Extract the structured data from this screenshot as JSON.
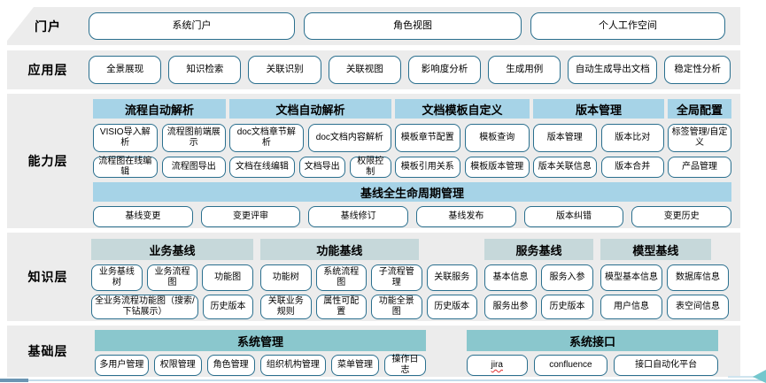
{
  "colors": {
    "row_bg": "#ececec",
    "capability_header": "#a6d3e7",
    "knowledge_header": "#c6d8da",
    "foundation_header": "#8ac7cd",
    "button_border": "#2a6f8e",
    "arrow_accent": "#74c7cd"
  },
  "layers": {
    "portal": {
      "label": "门户",
      "buttons": [
        "系统门户",
        "角色视图",
        "个人工作空间"
      ]
    },
    "application": {
      "label": "应用层",
      "buttons": [
        "全景展现",
        "知识检索",
        "关联识别",
        "关联视图",
        "影响度分析",
        "生成用例",
        "自动生成导出文档",
        "稳定性分析"
      ]
    },
    "capability": {
      "label": "能力层",
      "groups": [
        {
          "title": "流程自动解析",
          "rows": [
            [
              "VISIO导入解析",
              "流程图前端展示"
            ],
            [
              "流程图在线编辑",
              "流程图导出"
            ]
          ]
        },
        {
          "title": "文档自动解析",
          "rows": [
            [
              "doc文档章节解析",
              "doc文档内容解析"
            ],
            [
              "文档在线编辑",
              "文档导出",
              "权限控制"
            ]
          ]
        },
        {
          "title": "文档模板自定义",
          "rows": [
            [
              "模板章节配置",
              "模板查询"
            ],
            [
              "模板引用关系",
              "模板版本管理"
            ]
          ]
        },
        {
          "title": "版本管理",
          "rows": [
            [
              "版本管理",
              "版本比对"
            ],
            [
              "版本关联信息",
              "版本合并"
            ]
          ]
        },
        {
          "title": "全局配置",
          "rows": [
            [
              "标签管理/自定义"
            ],
            [
              "产品管理"
            ]
          ]
        }
      ],
      "baseline": {
        "title": "基线全生命周期管理",
        "buttons": [
          "基线变更",
          "变更评审",
          "基线修订",
          "基线发布",
          "版本纠错",
          "变更历史"
        ]
      }
    },
    "knowledge": {
      "label": "知识层",
      "groups": [
        {
          "title": "业务基线",
          "rows": [
            [
              "业务基线树",
              "业务流程图",
              "功能图"
            ],
            [
              "全业务流程功能图（搜索/下钻展示）",
              "历史版本"
            ]
          ]
        },
        {
          "title": "功能基线",
          "rows": [
            [
              "功能树",
              "系统流程图",
              "子流程管理",
              "关联服务"
            ],
            [
              "关联业务规则",
              "属性可配置",
              "功能全景图",
              "历史版本"
            ]
          ]
        },
        {
          "title": "服务基线",
          "rows": [
            [
              "基本信息",
              "服务入参"
            ],
            [
              "服务出参",
              "历史版本"
            ]
          ]
        },
        {
          "title": "模型基线",
          "rows": [
            [
              "模型基本信息",
              "数据库信息"
            ],
            [
              "用户信息",
              "表空间信息"
            ]
          ]
        }
      ]
    },
    "foundation": {
      "label": "基础层",
      "groups": [
        {
          "title": "系统管理",
          "buttons": [
            "多用户管理",
            "权限管理",
            "角色管理",
            "组织机构管理",
            "菜单管理",
            "操作日志"
          ]
        },
        {
          "title": "系统接口",
          "buttons": [
            "jira",
            "confluence",
            "接口自动化平台"
          ]
        }
      ]
    }
  }
}
